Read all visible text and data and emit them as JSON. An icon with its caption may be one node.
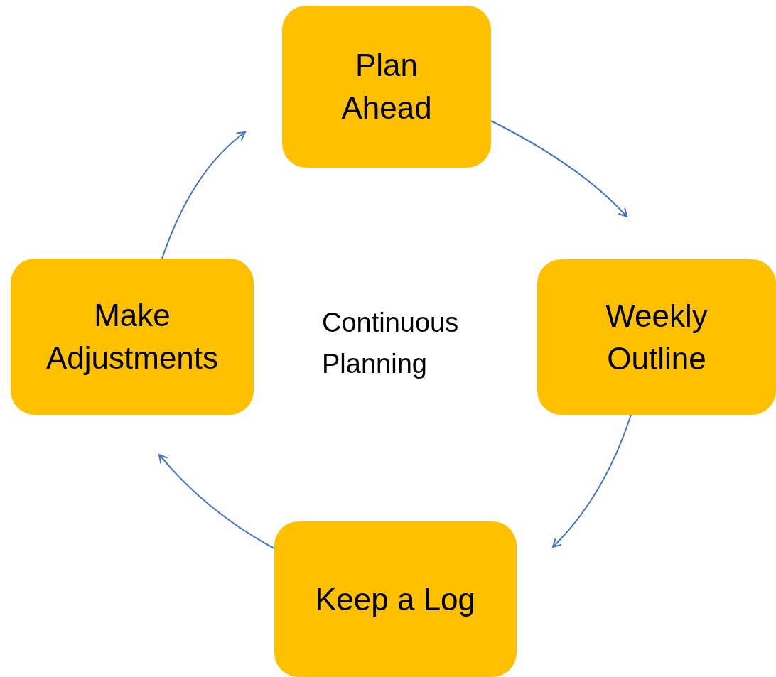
{
  "diagram": {
    "nodes": [
      {
        "text": [
          "Plan Ahead"
        ]
      },
      {
        "text": [
          "Weekly Outline"
        ]
      },
      {
        "text": [
          "Keep a Log"
        ]
      },
      {
        "text": [
          "Make Adjustments"
        ]
      }
    ],
    "edges": [
      {
        "from": 0,
        "to": 1,
        "arrow": "to"
      },
      {
        "from": 1,
        "to": 2,
        "arrow": "to"
      },
      {
        "from": 2,
        "to": 3,
        "arrow": "to"
      },
      {
        "from": 3,
        "to": 0,
        "arrow": "to"
      }
    ],
    "labels": [
      "Continuous Planning"
    ]
  }
}
